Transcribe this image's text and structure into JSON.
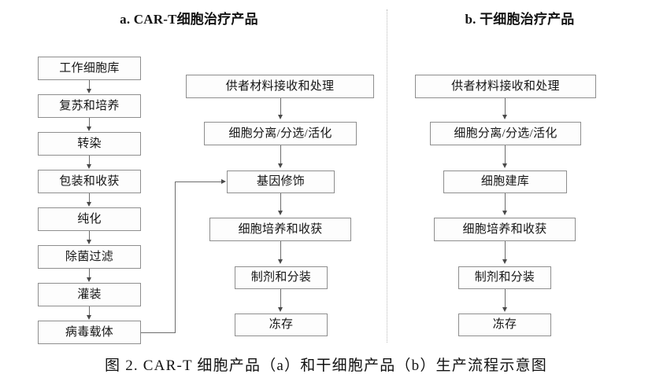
{
  "caption": "图 2.  CAR-T 细胞产品（a）和干细胞产品（b）生产流程示意图",
  "panels": [
    {
      "id": "panel-a",
      "title": "a. CAR-T细胞治疗产品",
      "columns": [
        {
          "id": "vector-column",
          "nodes": [
            {
              "label": "工作细胞库"
            },
            {
              "label": "复苏和培养"
            },
            {
              "label": "转染"
            },
            {
              "label": "包装和收获"
            },
            {
              "label": "纯化"
            },
            {
              "label": "除菌过滤"
            },
            {
              "label": "灌装"
            },
            {
              "label": "病毒载体"
            }
          ]
        },
        {
          "id": "cell-column",
          "nodes": [
            {
              "label": "供者材料接收和处理"
            },
            {
              "label": "细胞分离/分选/活化"
            },
            {
              "label": "基因修饰"
            },
            {
              "label": "细胞培养和收获"
            },
            {
              "label": "制剂和分装"
            },
            {
              "label": "冻存"
            }
          ]
        }
      ]
    },
    {
      "id": "panel-b",
      "title": "b. 干细胞治疗产品",
      "columns": [
        {
          "id": "stemcell-column",
          "nodes": [
            {
              "label": "供者材料接收和处理"
            },
            {
              "label": "细胞分离/分选/活化"
            },
            {
              "label": "细胞建库"
            },
            {
              "label": "细胞培养和收获"
            },
            {
              "label": "制剂和分装"
            },
            {
              "label": "冻存"
            }
          ]
        }
      ]
    }
  ],
  "colors": {
    "box_border": "#8e8e8e",
    "box_fill": "#fdfdfd",
    "connector": "#6d6d6d",
    "divider": "#b9b9b9",
    "text": "#151515"
  }
}
